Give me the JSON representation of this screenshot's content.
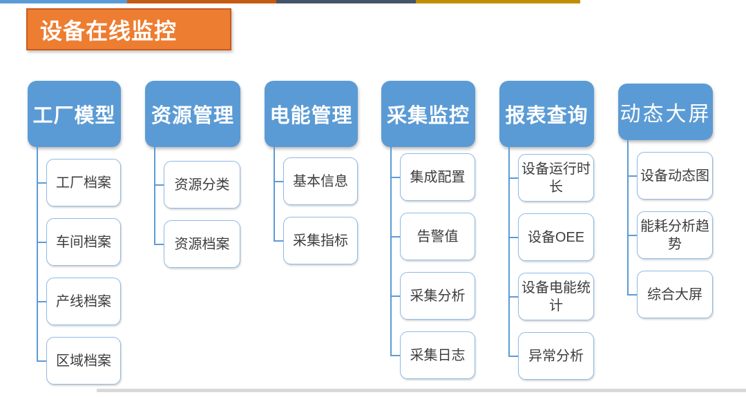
{
  "title": {
    "text": "设备在线监控"
  },
  "top_strip": {
    "segment_colors": [
      "#5B9BD5",
      "#C55A11",
      "#44546A",
      "#BF8F00"
    ]
  },
  "theme": {
    "header_fill": "#5B9BD5",
    "node_border": "#8EB9E5",
    "connector": "#5B9BD5",
    "title_fill": "#ED7D31",
    "title_border": "#C9591B",
    "text_dark": "#3D3D3D",
    "divider": "#D9D9D9"
  },
  "tree": {
    "columns": [
      {
        "header": "工厂模型",
        "children": [
          "工厂档案",
          "车间档案",
          "产线档案",
          "区域档案"
        ]
      },
      {
        "header": "资源管理",
        "children": [
          "资源分类",
          "资源档案"
        ]
      },
      {
        "header": "电能管理",
        "children": [
          "基本信息",
          "采集指标"
        ]
      },
      {
        "header": "采集监控",
        "children": [
          "集成配置",
          "告警值",
          "采集分析",
          "采集日志"
        ]
      },
      {
        "header": "报表查询",
        "children": [
          "设备运行时长",
          "设备OEE",
          "设备电能统计",
          "异常分析"
        ]
      },
      {
        "header": "动态大屏",
        "children": [
          "设备动态图",
          "能耗分析趋势",
          "综合大屏"
        ]
      }
    ]
  }
}
